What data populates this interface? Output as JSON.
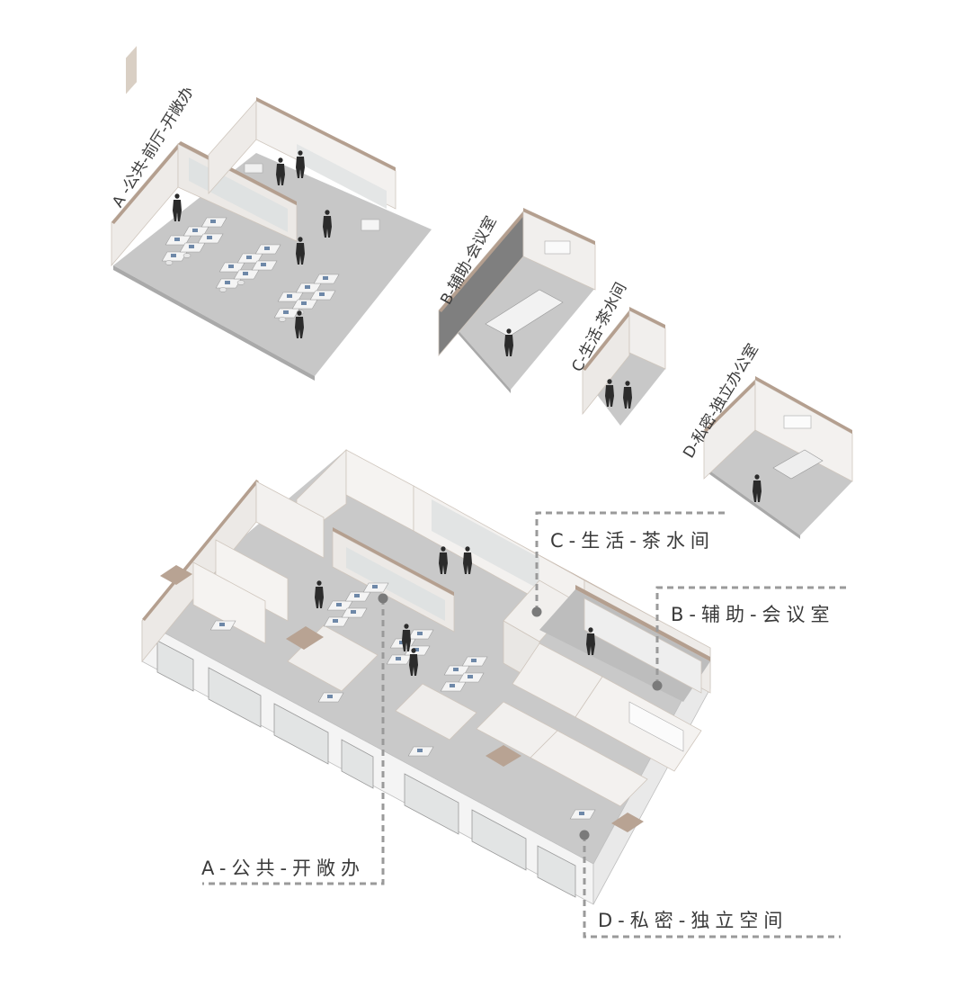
{
  "labels": {
    "module_a": "A -公共-前厅-开敞办",
    "module_b": "B-辅助-会议室",
    "module_c": "C-生活-茶水间",
    "module_d": "D-私密-独立办公室",
    "callout_a": "A-公共-开敞办",
    "callout_b": "B-辅助-会议室",
    "callout_c": "C-生活-茶水间",
    "callout_d": "D-私密-独立空间"
  },
  "colors": {
    "floor": "#c9c9c9",
    "floor_shadow": "#b8b8b8",
    "wall_face": "#f2f0ee",
    "wall_top": "#b8a393",
    "glass": "#e2e4e4",
    "dark_panel": "#8c8c8c",
    "figure": "#2b2b2b",
    "dash": "#9a9a9a",
    "text": "#3a3a3a"
  }
}
